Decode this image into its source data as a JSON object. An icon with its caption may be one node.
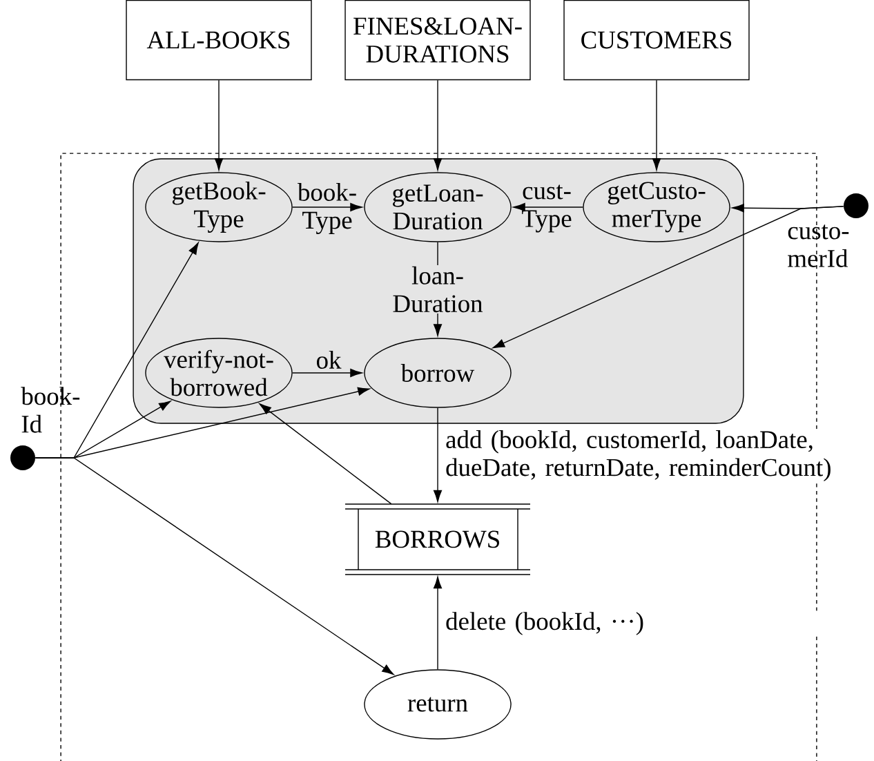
{
  "diagram": {
    "nodes": [
      {
        "text": [
          "ALL-BOOKS"
        ]
      },
      {
        "text": [
          "FINES&LOAN- DURATIONS"
        ]
      },
      {
        "text": [
          "CUSTOMERS"
        ]
      },
      {
        "text": [],
        "shape": "box"
      },
      {
        "text": [],
        "shape": "box",
        "in": 3
      },
      {
        "text": [
          "getBook- Type"
        ],
        "in": 4
      },
      {
        "text": [
          "getLoan- Duration"
        ],
        "in": 4
      },
      {
        "text": [
          "getCusto- merType"
        ],
        "in": 4
      },
      {
        "text": [
          "verify-not- borrowed"
        ],
        "in": 4
      },
      {
        "text": [
          "borrow"
        ],
        "in": 4
      },
      {
        "text": [
          "BORROWS"
        ],
        "in": 3
      },
      {
        "text": [
          "return"
        ],
        "in": 3
      },
      {
        "text": [],
        "shape": "circle",
        "beside": [
          "book- Id"
        ]
      },
      {
        "text": [],
        "shape": "circle",
        "beside": [
          "custo- merId"
        ]
      }
    ],
    "edges": [
      {
        "from": 0,
        "to": 5,
        "arrow": "to"
      },
      {
        "from": 1,
        "to": 6,
        "arrow": "to"
      },
      {
        "from": 2,
        "to": 7,
        "arrow": "to"
      },
      {
        "from": 5,
        "to": 6,
        "arrow": "to",
        "label": "book- Type"
      },
      {
        "from": 7,
        "to": 6,
        "arrow": "to",
        "label": "cust- Type"
      },
      {
        "from": 6,
        "to": 9,
        "arrow": "to",
        "label": "loan- Duration"
      },
      {
        "from": 13,
        "to": 7,
        "arrow": "to"
      },
      {
        "from": 13,
        "to": 9,
        "arrow": "to"
      },
      {
        "from": 12,
        "to": 5,
        "arrow": "to"
      },
      {
        "from": 12,
        "to": 8,
        "arrow": "to"
      },
      {
        "from": 12,
        "to": 9,
        "arrow": "to"
      },
      {
        "from": 12,
        "to": 11,
        "arrow": "to"
      },
      {
        "from": 8,
        "to": 9,
        "arrow": "to",
        "label": "ok"
      },
      {
        "from": 9,
        "to": 10,
        "arrow": "to",
        "label": "add (bookId, customerId, loanDate, dueDate, returnDate, reminderCount)"
      },
      {
        "from": 10,
        "to": 8,
        "arrow": "to"
      },
      {
        "from": 11,
        "to": 10,
        "arrow": "to",
        "label": "delete (bookId, ···)"
      }
    ]
  }
}
